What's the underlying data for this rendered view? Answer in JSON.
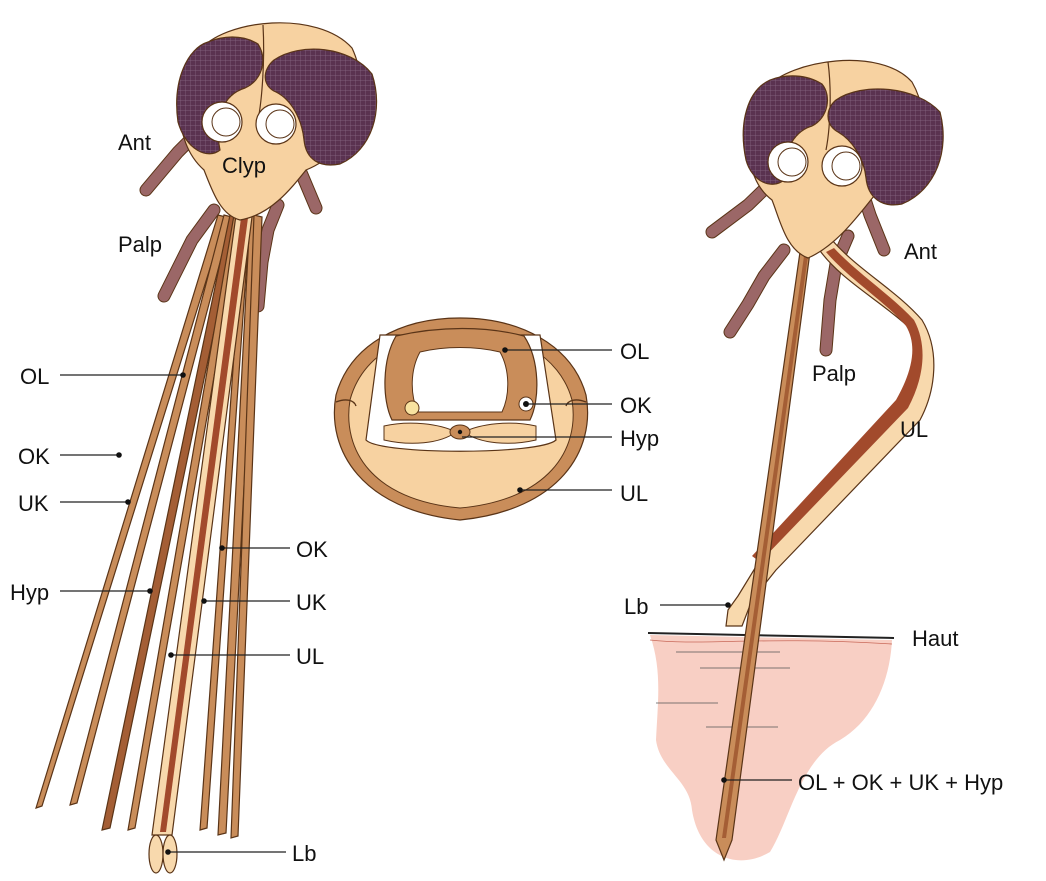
{
  "colors": {
    "head": "#f7d2a1",
    "eye": "#5a3250",
    "eye_grid": "#8a6a86",
    "appendage": "#9b6767",
    "stylet": "#c98d5a",
    "stylet_dark": "#a45e35",
    "labium": "#f8d9ad",
    "labium_groove": "#a24a2c",
    "skin": "#f8cfc4",
    "outline": "#5a3417"
  },
  "left_view": {
    "labels": {
      "ant": "Ant",
      "clyp": "Clyp",
      "palp": "Palp",
      "ol": "OL",
      "ok_left": "OK",
      "uk_left": "UK",
      "hyp": "Hyp",
      "ok_right": "OK",
      "uk_right": "UK",
      "ul": "UL",
      "lb": "Lb"
    }
  },
  "cross_section": {
    "labels": {
      "ol": "OL",
      "ok": "OK",
      "hyp": "Hyp",
      "ul": "UL"
    }
  },
  "right_view": {
    "labels": {
      "ant": "Ant",
      "palp": "Palp",
      "ul": "UL",
      "lb": "Lb",
      "haut": "Haut",
      "combined": "OL + OK + UK + Hyp"
    }
  }
}
